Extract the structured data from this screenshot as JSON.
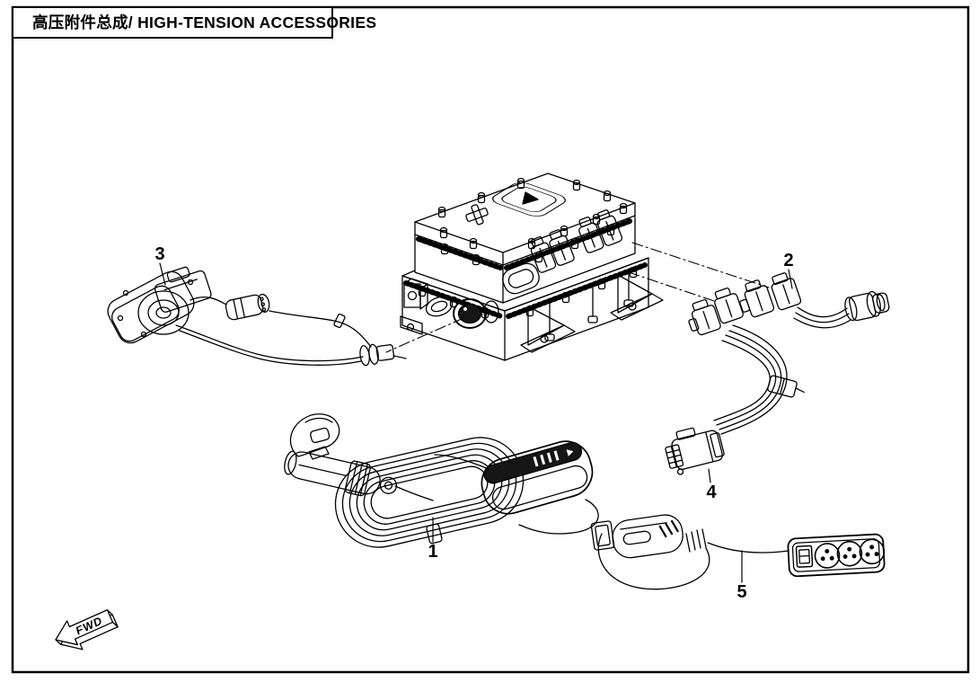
{
  "header": {
    "title": "高压附件总成/ HIGH-TENSION ACCESSORIES"
  },
  "callouts": [
    {
      "number": "1",
      "part": "portable-charging-cable-evse"
    },
    {
      "number": "2",
      "part": "high-voltage-harness-upper"
    },
    {
      "number": "3",
      "part": "charging-socket-harness"
    },
    {
      "number": "4",
      "part": "high-voltage-harness-lower"
    },
    {
      "number": "5",
      "part": "discharge-adapter-socket-strip"
    }
  ],
  "orientation_marker": {
    "label": "FWD"
  },
  "colors": {
    "line": "#000000",
    "background": "#ffffff"
  }
}
